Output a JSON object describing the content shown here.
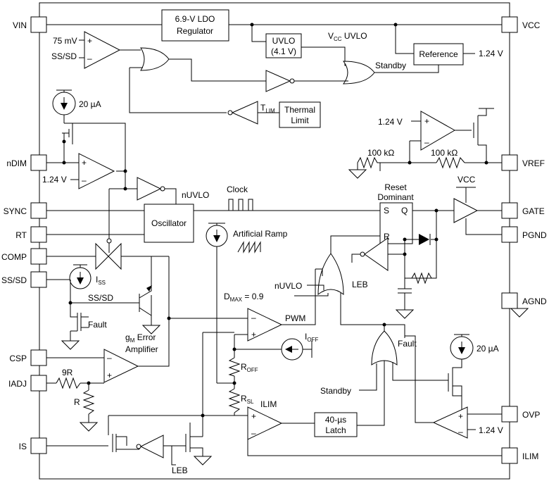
{
  "pins": {
    "left": [
      "VIN",
      "nDIM",
      "SYNC",
      "RT",
      "COMP",
      "SS/SD",
      "CSP",
      "IADJ",
      "IS"
    ],
    "right": [
      "VCC",
      "VREF",
      "GATE",
      "PGND",
      "AGND",
      "OVP",
      "ILIM"
    ]
  },
  "blocks": {
    "ldo_line1": "6.9-V LDO",
    "ldo_line2": "Regulator",
    "uvlo_line1": "UVLO",
    "uvlo_line2": "(4.1 V)",
    "reference": "Reference",
    "thermal_line1": "Thermal",
    "thermal_line2": "Limit",
    "oscillator": "Oscillator",
    "latch_line1": "40-µs",
    "latch_line2": "Latch"
  },
  "labels": {
    "mv75": "75 mV",
    "ss_sd_in": "SS/SD",
    "vcc_uvlo_main": "V",
    "vcc_uvlo_sub": "CC",
    "vcc_uvlo_tail": " UVLO",
    "ref_out": "1.24 V",
    "standby_top": "Standby",
    "tlim_main": "T",
    "tlim_sub": "LIM",
    "cs_20ua_top": "20 µA",
    "v124_dim": "1.24 V",
    "v124_vref": "1.24 V",
    "r100k_left": "100 kΩ",
    "r100k_right": "100 kΩ",
    "nuvlo_osc": "nUVLO",
    "clock": "Clock",
    "reset_dominant_1": "Reset",
    "reset_dominant_2": "Dominant",
    "latch_s": "S",
    "latch_q": "Q",
    "latch_r": "R",
    "vcc_gate": "VCC",
    "artificial_ramp": "Artificial Ramp",
    "iss_main": "I",
    "iss_sub": "SS",
    "ss_sd_net": "SS/SD",
    "fault_left": "Fault",
    "gm_main": "g",
    "gm_sub": "M",
    "gm_tail": " Error",
    "amplifier": "Amplifier",
    "nuvlo_or": "nUVLO",
    "dmax": "D",
    "dmax_sub": "MAX",
    "dmax_tail": " = 0.9",
    "leb_right": "LEB",
    "pwm": "PWM",
    "ioff_main": "I",
    "ioff_sub": "OFF",
    "fault_right": "Fault",
    "cs_20ua_bottom": "20 µA",
    "roff_main": "R",
    "roff_sub": "OFF",
    "rsl_main": "R",
    "rsl_sub": "SL",
    "r9r": "9R",
    "r_r": "R",
    "standby_bottom": "Standby",
    "ilim_comp": "ILIM",
    "v124_ovp": "1.24 V",
    "leb_bottom": "LEB",
    "plus": "+",
    "minus": "–"
  }
}
